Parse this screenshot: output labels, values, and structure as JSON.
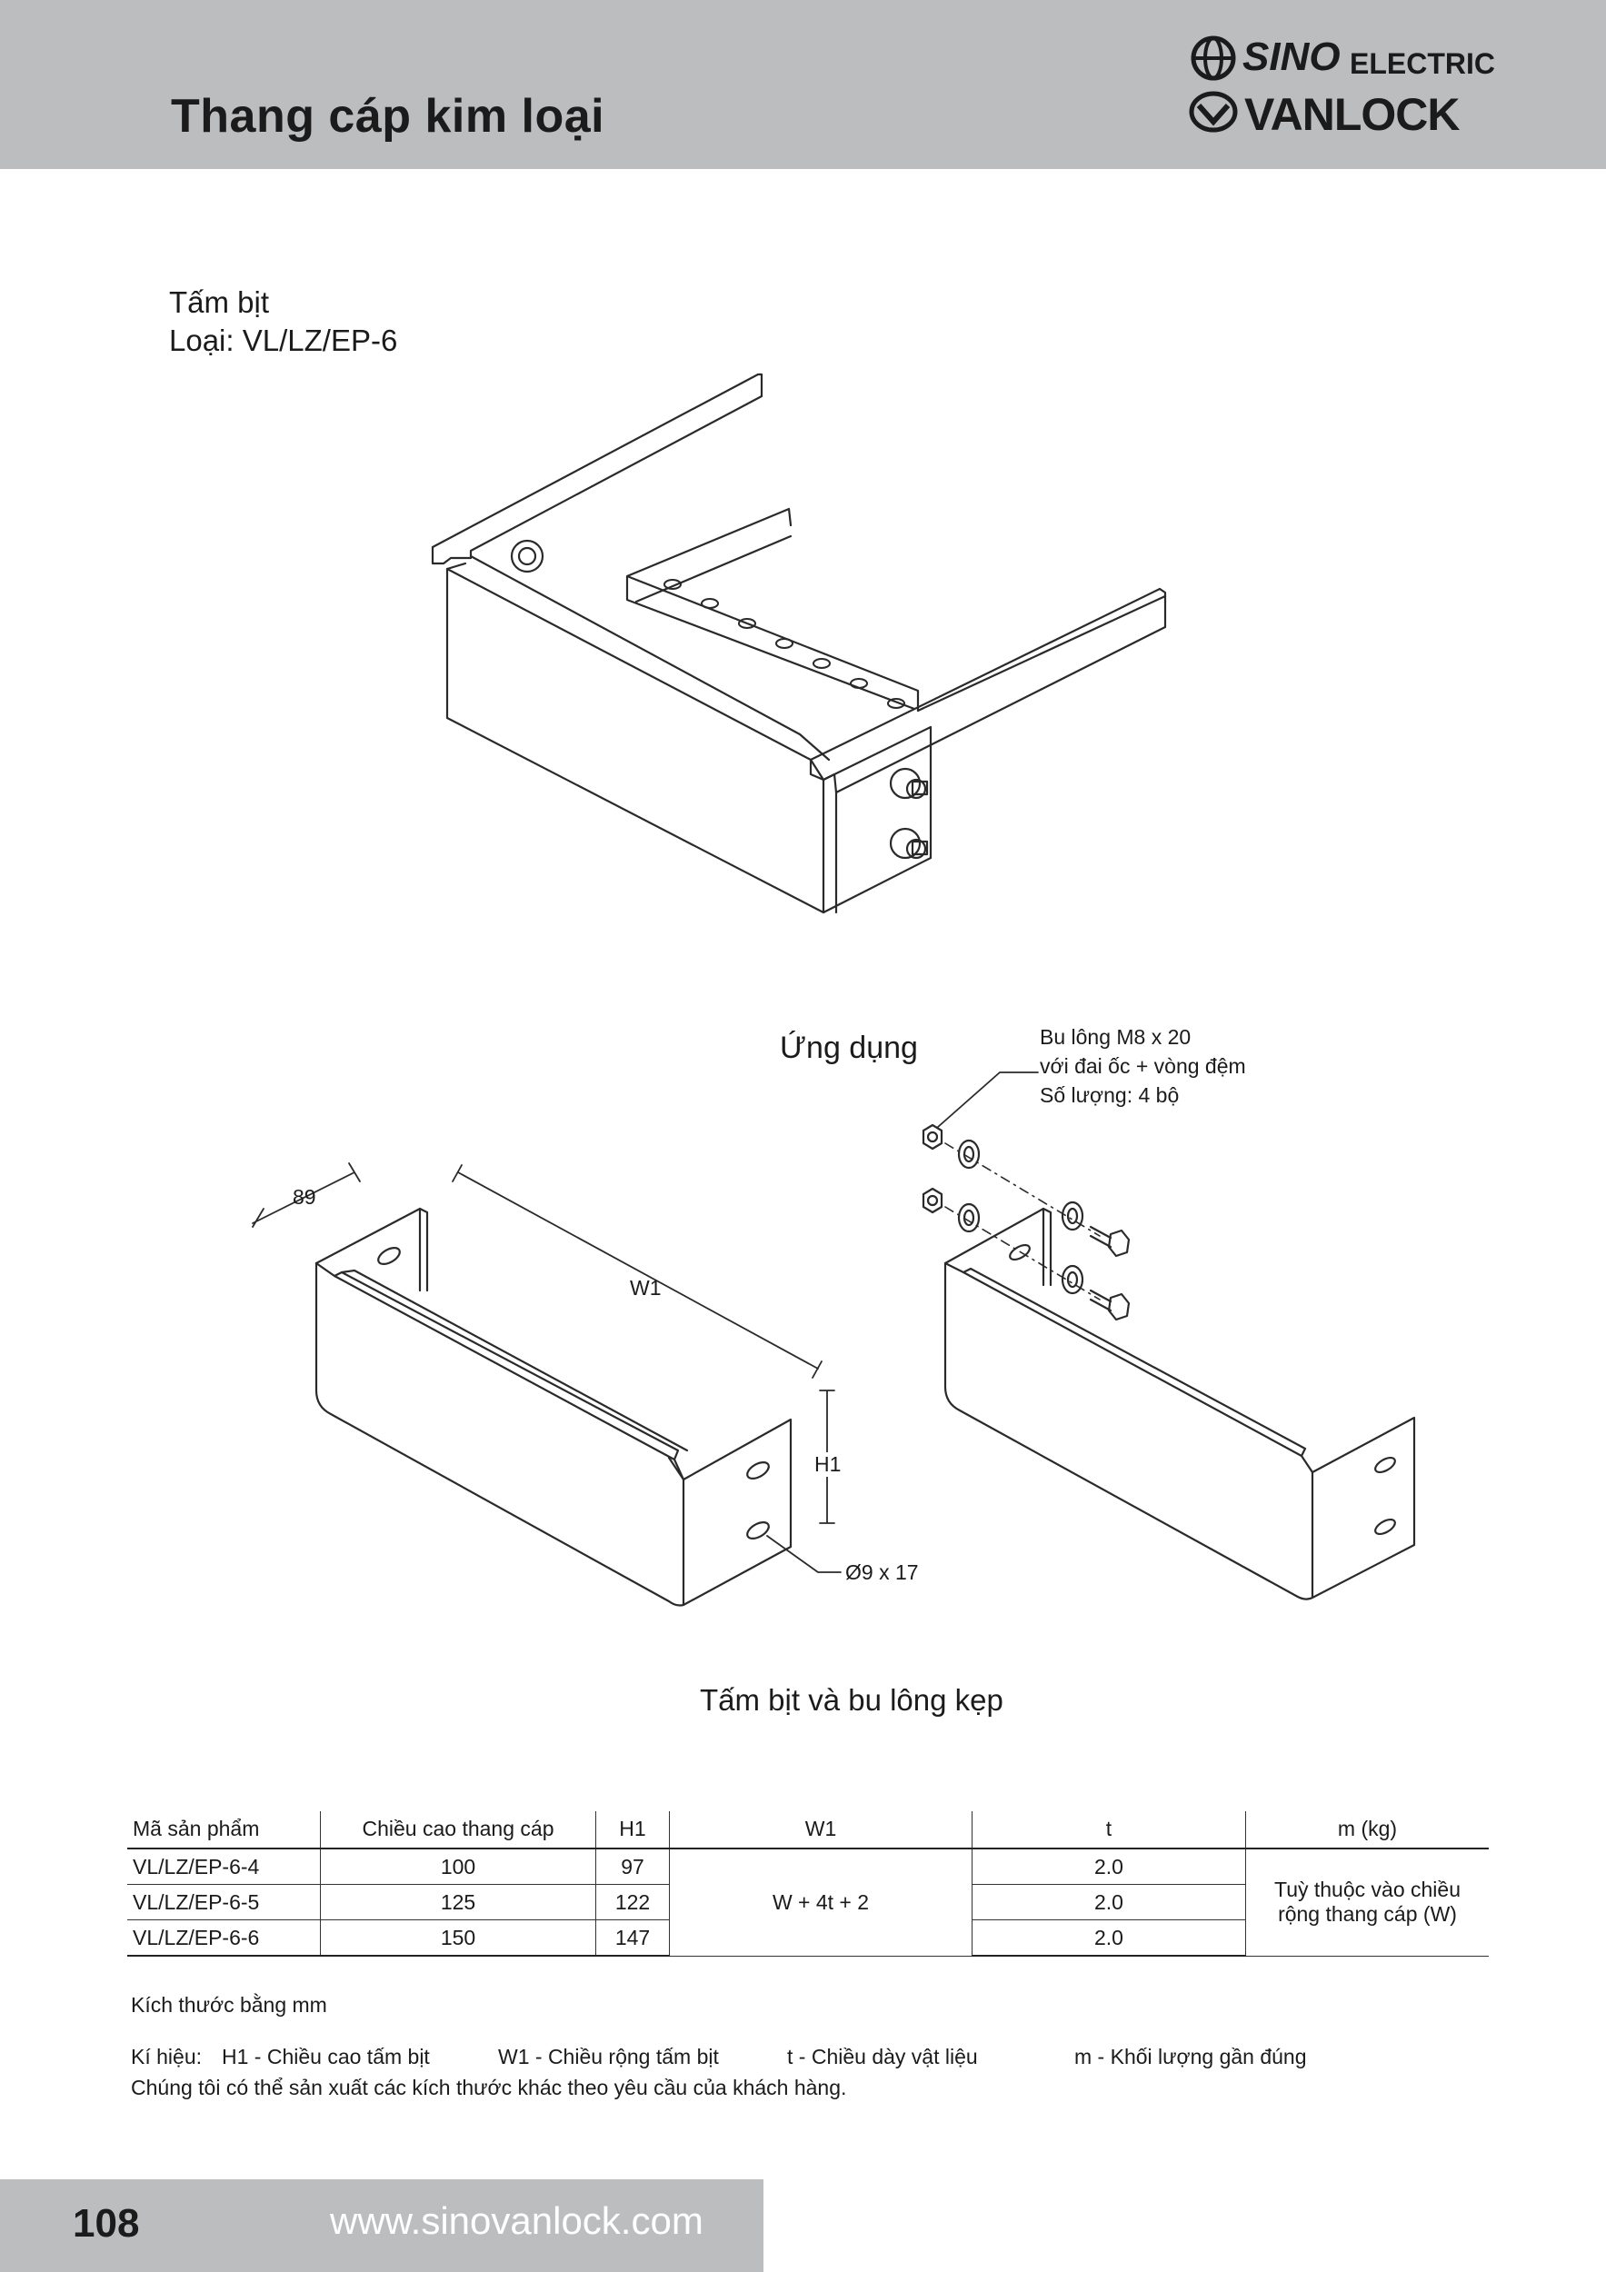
{
  "header": {
    "title": "Thang cáp kim loại",
    "brand_sino": "SINO",
    "brand_electric": "ELECTRIC",
    "brand_vanlock": "VANLOCK"
  },
  "product": {
    "name": "Tấm bịt",
    "type": "Loại: VL/LZ/EP-6"
  },
  "application": {
    "title": "Ứng dụng",
    "bolt_line1": "Bu lông M8 x 20",
    "bolt_line2": "với đai ốc + vòng đệm",
    "bolt_line3": "Số lượng: 4 bộ"
  },
  "dimensions": {
    "depth": "89",
    "width": "W1",
    "height": "H1",
    "hole": "Ø9 x 17"
  },
  "caption": "Tấm bịt và bu lông kẹp",
  "table": {
    "headers": [
      "Mã sản phẩm",
      "Chiều cao thang cáp",
      "H1",
      "W1",
      "t",
      "m (kg)"
    ],
    "rows": [
      {
        "code": "VL/LZ/EP-6-4",
        "height": "100",
        "h1": "97",
        "t": "2.0"
      },
      {
        "code": "VL/LZ/EP-6-5",
        "height": "125",
        "h1": "122",
        "t": "2.0"
      },
      {
        "code": "VL/LZ/EP-6-6",
        "height": "150",
        "h1": "147",
        "t": "2.0"
      }
    ],
    "w1_formula": "W + 4t + 2",
    "mass_note_line1": "Tuỳ thuộc vào chiều",
    "mass_note_line2": "rộng thang cáp (W)"
  },
  "notes": {
    "units": "Kích thước bằng mm",
    "symbols_prefix": "Kí hiệu:",
    "sym_h1": "H1  - Chiều cao tấm bịt",
    "sym_w1": "W1 - Chiều rộng tấm bịt",
    "sym_t": "t - Chiều dày vật liệu",
    "sym_m": "m  - Khối lượng gần đúng",
    "custom": "Chúng tôi có thể sản xuất các kích thước khác theo yêu cầu của khách hàng."
  },
  "footer": {
    "page": "108",
    "url": "www.sinovanlock.com"
  }
}
